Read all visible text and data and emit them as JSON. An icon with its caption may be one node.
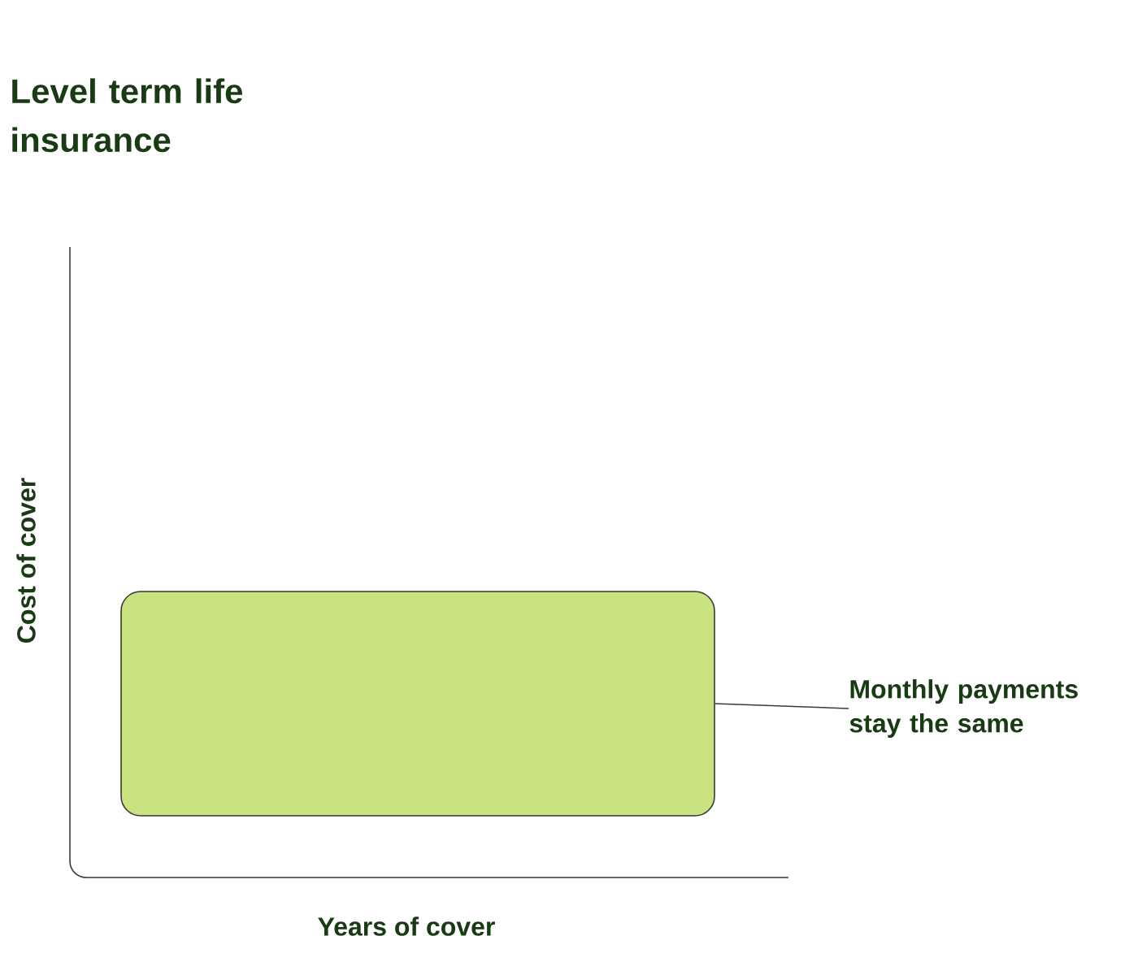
{
  "diagram": {
    "title": "Level term life insurance",
    "nodes": [
      {
        "text": [],
        "shape": "box"
      },
      {
        "text": [
          "Monthly payments stay the same"
        ]
      }
    ],
    "edges": [
      {
        "from": 1,
        "to": 0,
        "arrow": "none"
      }
    ],
    "labels": [
      "Cost of cover",
      "Years of cover"
    ]
  }
}
